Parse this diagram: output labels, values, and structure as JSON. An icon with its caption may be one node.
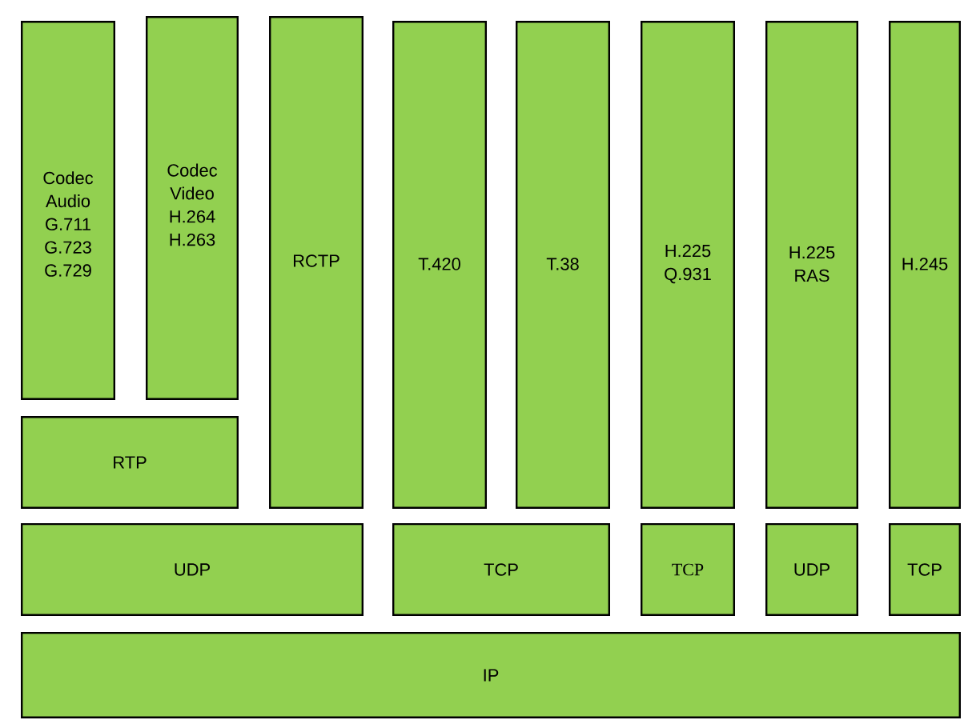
{
  "diagram": {
    "nodes": [
      {
        "text": [
          "Codec Audio G.711 G.723 G.729"
        ]
      },
      {
        "text": [
          "Codec Video H.264 H.263"
        ]
      },
      {
        "text": [
          "RTP"
        ]
      },
      {
        "text": [
          "RCTP"
        ]
      },
      {
        "text": [
          "T.420"
        ]
      },
      {
        "text": [
          "T.38"
        ]
      },
      {
        "text": [
          "H.225 Q.931"
        ]
      },
      {
        "text": [
          "H.225 RAS"
        ]
      },
      {
        "text": [
          "H.245"
        ]
      },
      {
        "text": [
          "UDP"
        ]
      },
      {
        "text": [
          "TCP"
        ]
      },
      {
        "text": [
          "TCP"
        ]
      },
      {
        "text": [
          "UDP"
        ]
      },
      {
        "text": [
          "TCP"
        ]
      },
      {
        "text": [
          "IP"
        ]
      }
    ]
  }
}
